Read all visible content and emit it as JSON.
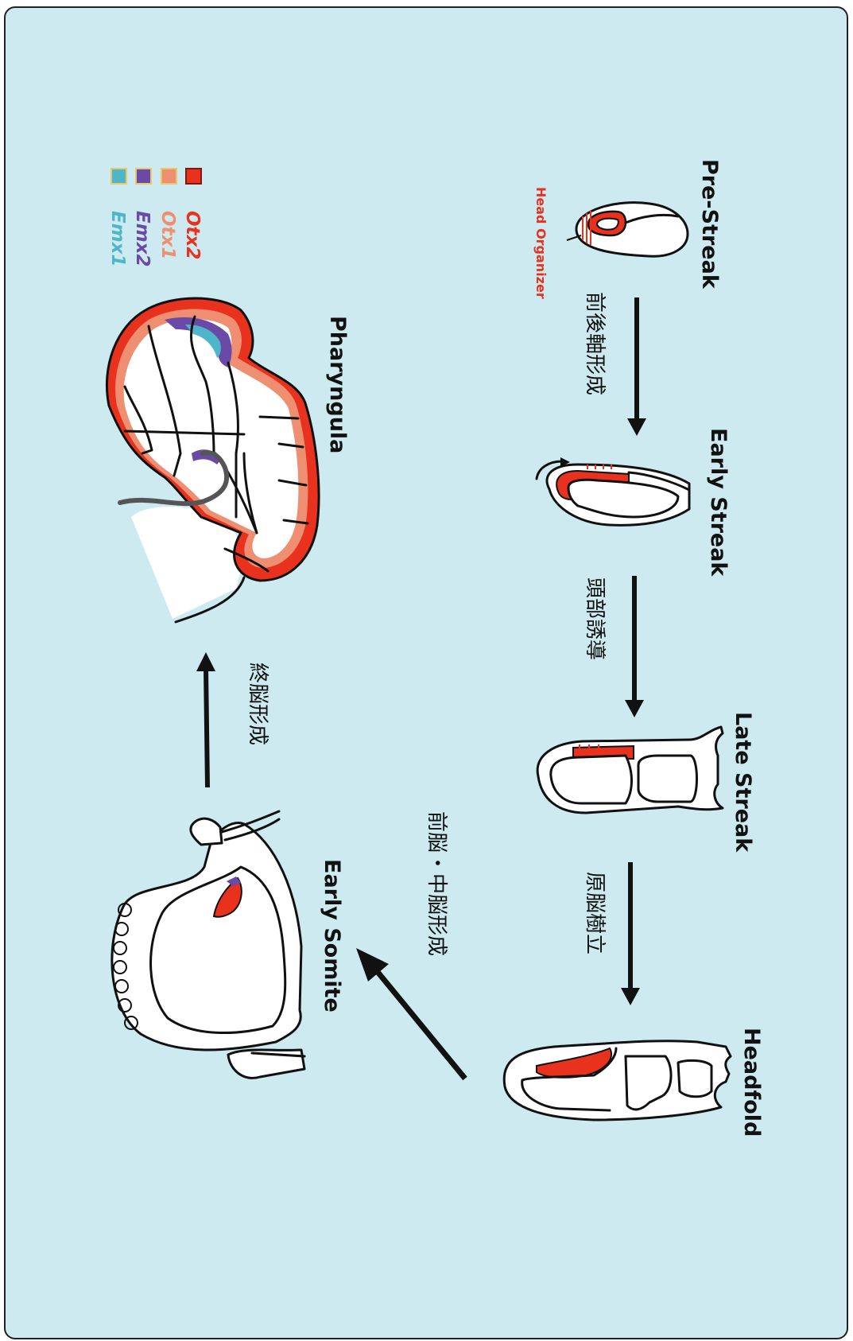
{
  "stages": {
    "pre_streak": "Pre-Streak",
    "early_streak": "Early Streak",
    "late_streak": "Late Streak",
    "headfold": "Headfold",
    "early_somite": "Early Somite",
    "pharyngula": "Pharyngula"
  },
  "head_organizer": "Head Organizer",
  "steps": {
    "ap_axis": "前後軸形成",
    "head_induction": "頭部誘導",
    "primitive_brain": "原脳樹立",
    "fore_mid_brain": "前脳・中脳形成",
    "telencephalon": "終脳形成"
  },
  "legend": [
    {
      "gene": "Otx2",
      "color": "#e8321e",
      "border": "#7a1a10"
    },
    {
      "gene": "Otx1",
      "color": "#ef8f72",
      "border": "#e6c96a"
    },
    {
      "gene": "Emx2",
      "color": "#6a4aa6",
      "border": "#e6c96a"
    },
    {
      "gene": "Emx1",
      "color": "#4fb5c9",
      "border": "#e6c96a"
    }
  ]
}
